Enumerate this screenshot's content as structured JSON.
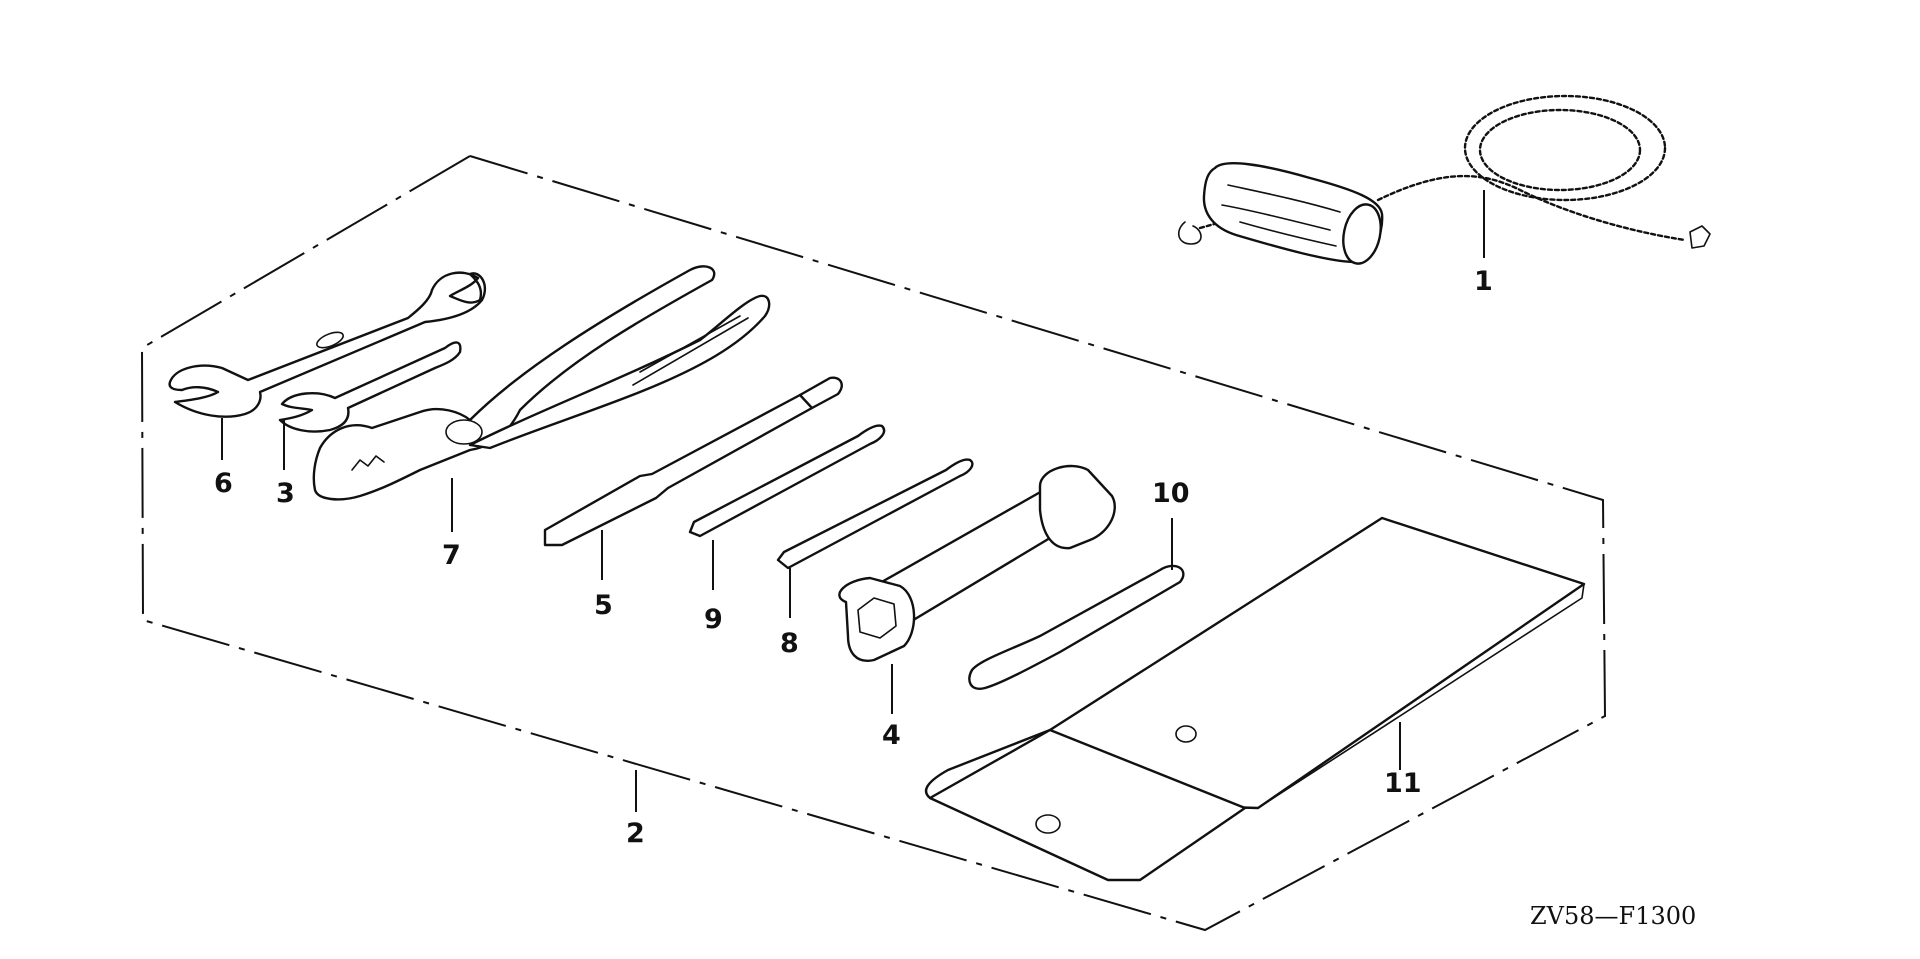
{
  "diagram": {
    "code": "ZV58—F1300",
    "callouts": {
      "c1": "1",
      "c2": "2",
      "c3": "3",
      "c4": "4",
      "c5": "5",
      "c6": "6",
      "c7": "7",
      "c8": "8",
      "c9": "9",
      "c10": "10",
      "c11": "11"
    },
    "parts": [
      {
        "callout": "1",
        "icon": "pull-cord-icon"
      },
      {
        "callout": "2",
        "icon": "tool-kit-outline-icon"
      },
      {
        "callout": "3",
        "icon": "open-end-wrench-small-icon"
      },
      {
        "callout": "4",
        "icon": "plug-socket-wrench-icon"
      },
      {
        "callout": "5",
        "icon": "flat-screwdriver-icon"
      },
      {
        "callout": "6",
        "icon": "open-end-wrench-large-icon"
      },
      {
        "callout": "7",
        "icon": "pliers-icon"
      },
      {
        "callout": "8",
        "icon": "phillips-screwdriver-icon"
      },
      {
        "callout": "9",
        "icon": "small-screwdriver-icon"
      },
      {
        "callout": "10",
        "icon": "socket-bar-icon"
      },
      {
        "callout": "11",
        "icon": "tool-bag-icon"
      }
    ]
  }
}
